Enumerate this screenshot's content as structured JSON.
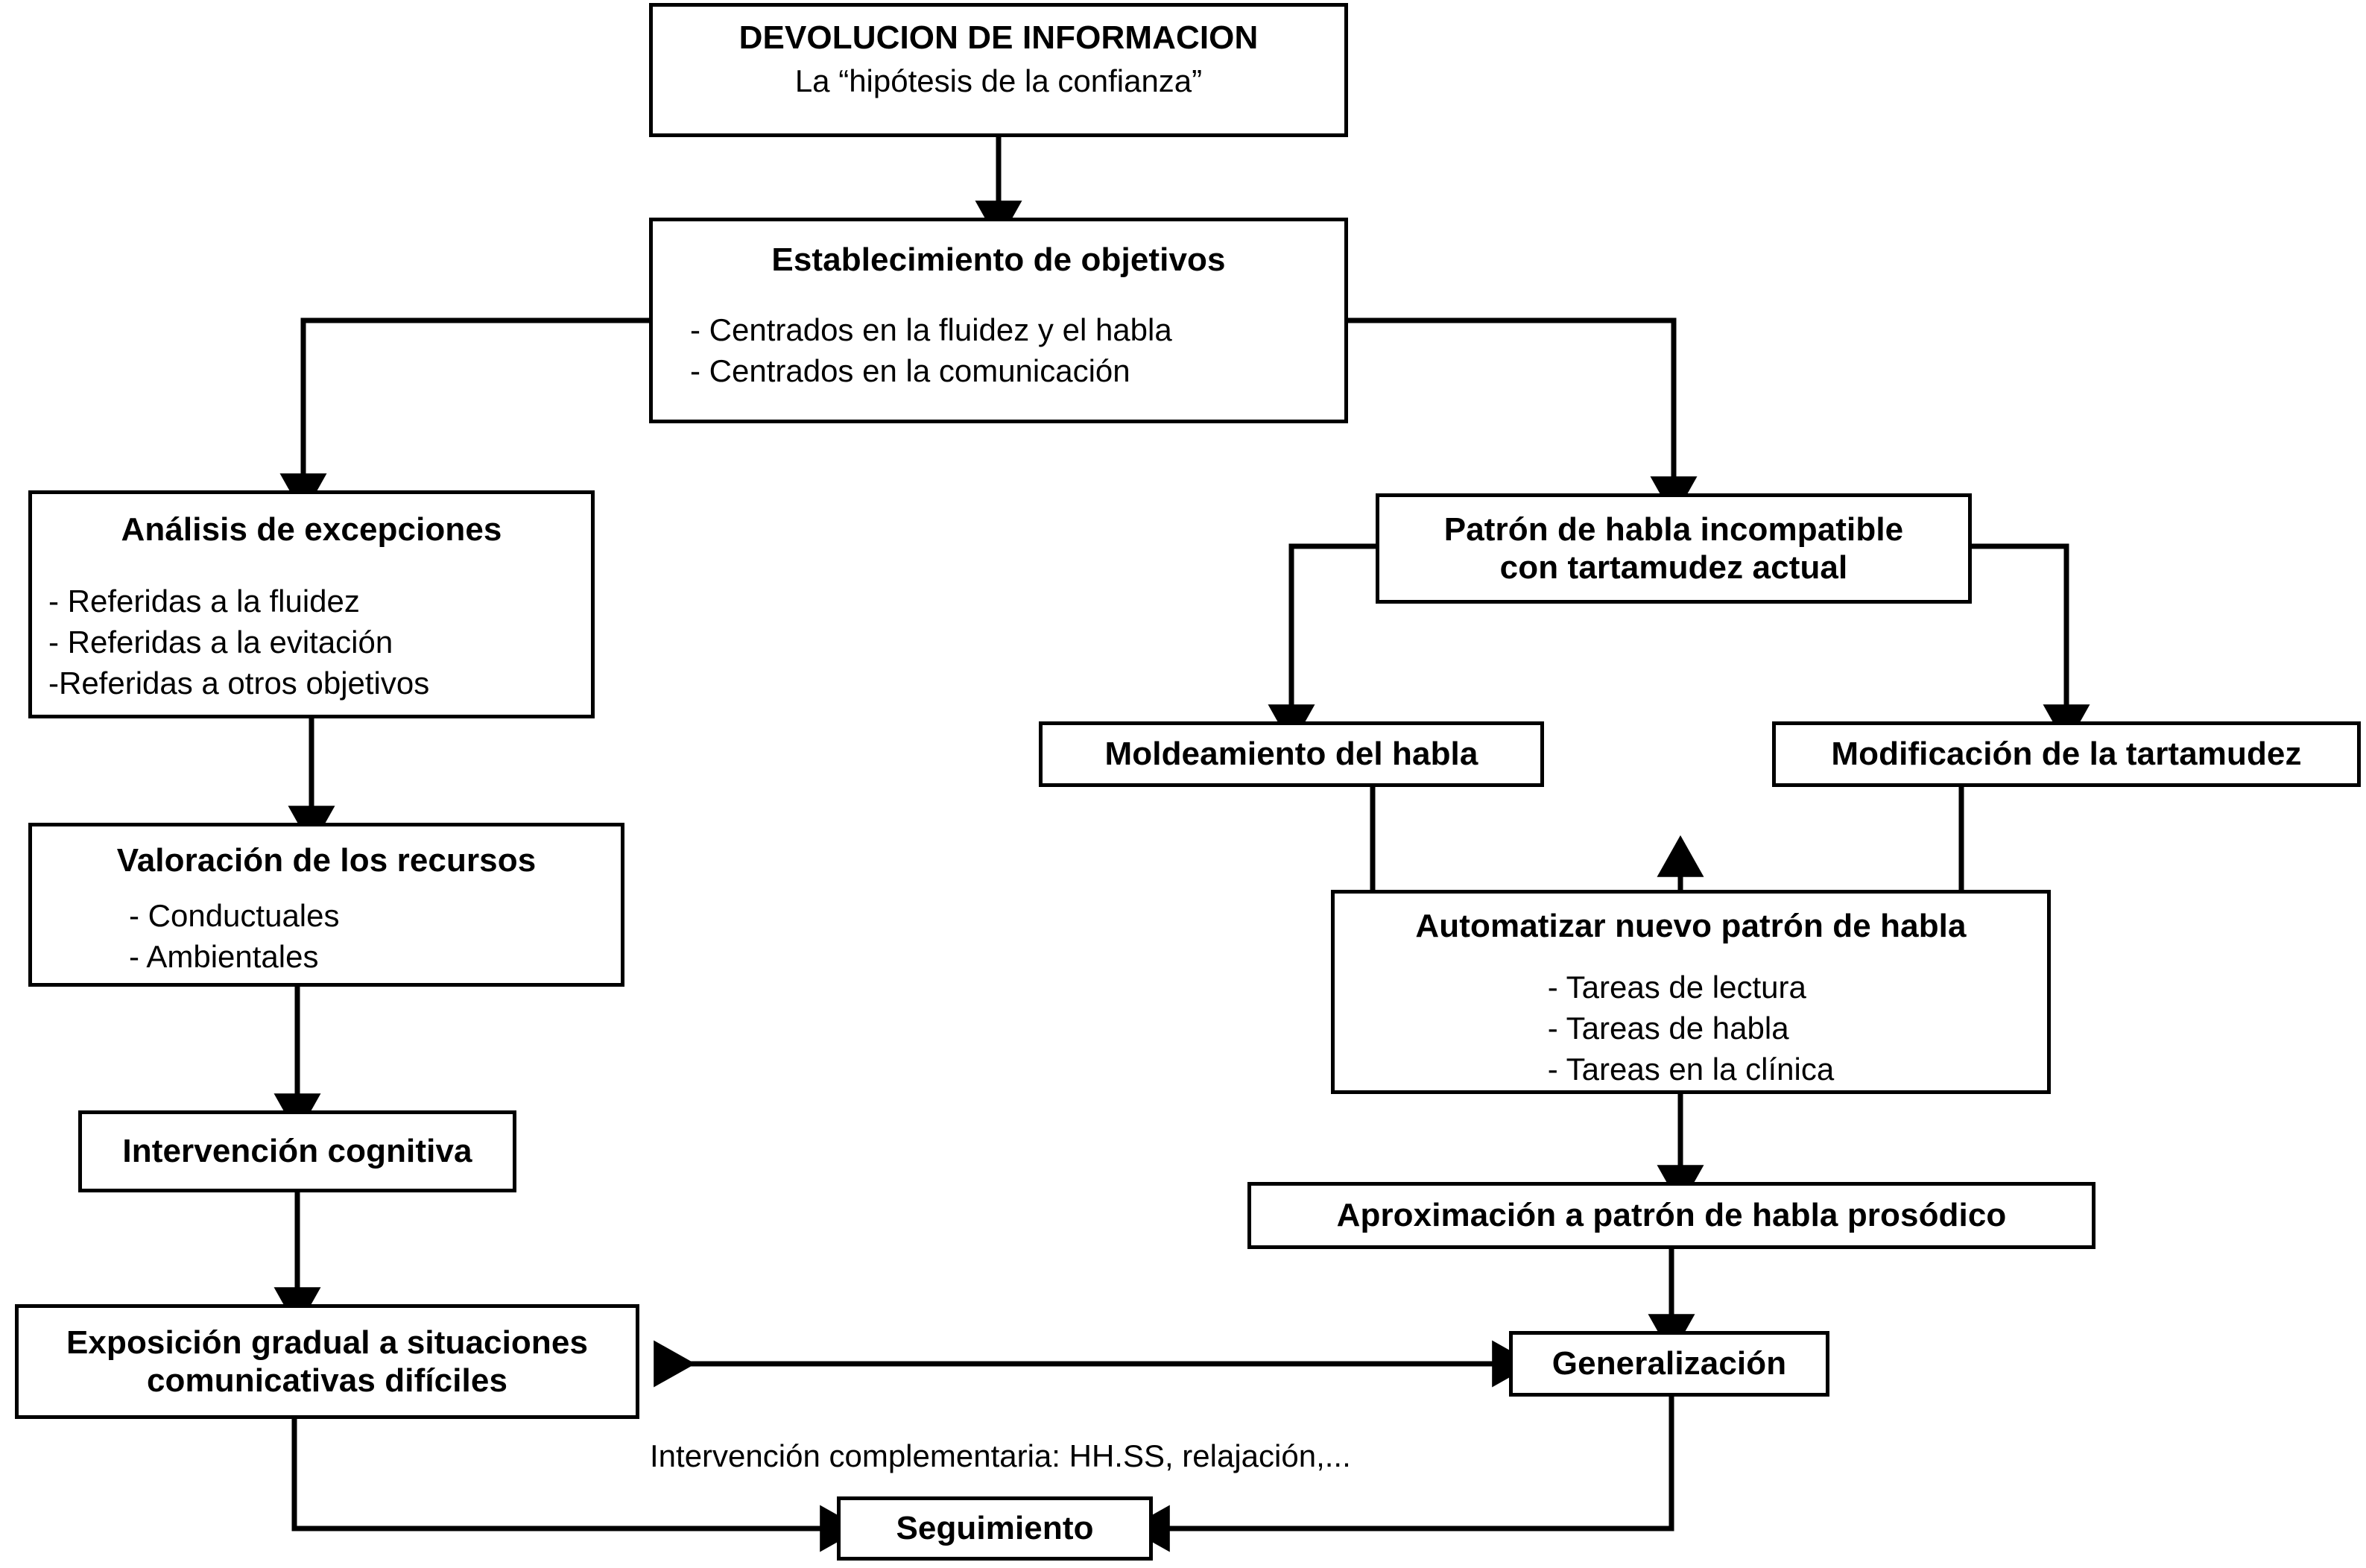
{
  "diagram": {
    "title": "Devolucion de informacion - flujo de intervencion en tartamudez",
    "stroke_color": "#000000",
    "background_color": "#ffffff"
  },
  "nodes": {
    "devolucion": {
      "title": "DEVOLUCION  DE\nINFORMACION",
      "body": "La “hipótesis de la confianza”"
    },
    "objetivos": {
      "title": "Establecimiento de objetivos",
      "body": "- Centrados en la fluidez y el habla\n- Centrados en la comunicación"
    },
    "excepciones": {
      "title": "Análisis de excepciones",
      "body": "- Referidas a la fluidez\n- Referidas a la evitación\n-Referidas a otros objetivos"
    },
    "recursos": {
      "title": "Valoración de los recursos",
      "body": "- Conductuales\n- Ambientales"
    },
    "cognitiva": {
      "title": "Intervención cognitiva"
    },
    "exposicion": {
      "title": "Exposición gradual a situaciones\ncomunicativas difíciles"
    },
    "patron": {
      "title": "Patrón de habla incompatible\ncon tartamudez actual"
    },
    "moldeamiento": {
      "title": "Moldeamiento del habla"
    },
    "modificacion": {
      "title": "Modificación de la tartamudez"
    },
    "automatizar": {
      "title": "Automatizar nuevo patrón de habla",
      "body": "- Tareas de lectura\n- Tareas de habla\n- Tareas en la clínica"
    },
    "aproximacion": {
      "title": "Aproximación a patrón de habla prosódico"
    },
    "generalizacion": {
      "title": "Generalización"
    },
    "seguimiento": {
      "title": "Seguimiento"
    }
  },
  "labels": {
    "complementaria": "Intervención complementaria: HH.SS, relajación,..."
  },
  "edges": [
    {
      "from": "devolucion",
      "to": "objetivos",
      "kind": "arrow-down"
    },
    {
      "from": "objetivos",
      "to": "excepciones",
      "kind": "elbow-left-down"
    },
    {
      "from": "objetivos",
      "to": "patron",
      "kind": "elbow-right-down"
    },
    {
      "from": "excepciones",
      "to": "recursos",
      "kind": "arrow-down"
    },
    {
      "from": "recursos",
      "to": "cognitiva",
      "kind": "arrow-down"
    },
    {
      "from": "cognitiva",
      "to": "exposicion",
      "kind": "arrow-down"
    },
    {
      "from": "patron",
      "to": "moldeamiento",
      "kind": "elbow-left-down"
    },
    {
      "from": "patron",
      "to": "modificacion",
      "kind": "elbow-right-down"
    },
    {
      "from": "moldeamiento",
      "to": "automatizar",
      "kind": "merge-down"
    },
    {
      "from": "modificacion",
      "to": "automatizar",
      "kind": "merge-down"
    },
    {
      "from": "automatizar",
      "to": "aproximacion",
      "kind": "arrow-down"
    },
    {
      "from": "aproximacion",
      "to": "generalizacion",
      "kind": "arrow-down"
    },
    {
      "from": "exposicion",
      "to": "generalizacion",
      "kind": "double-arrow-horizontal"
    },
    {
      "from": "exposicion",
      "to": "seguimiento",
      "kind": "elbow-down-right"
    },
    {
      "from": "generalizacion",
      "to": "seguimiento",
      "kind": "elbow-down-left"
    }
  ]
}
